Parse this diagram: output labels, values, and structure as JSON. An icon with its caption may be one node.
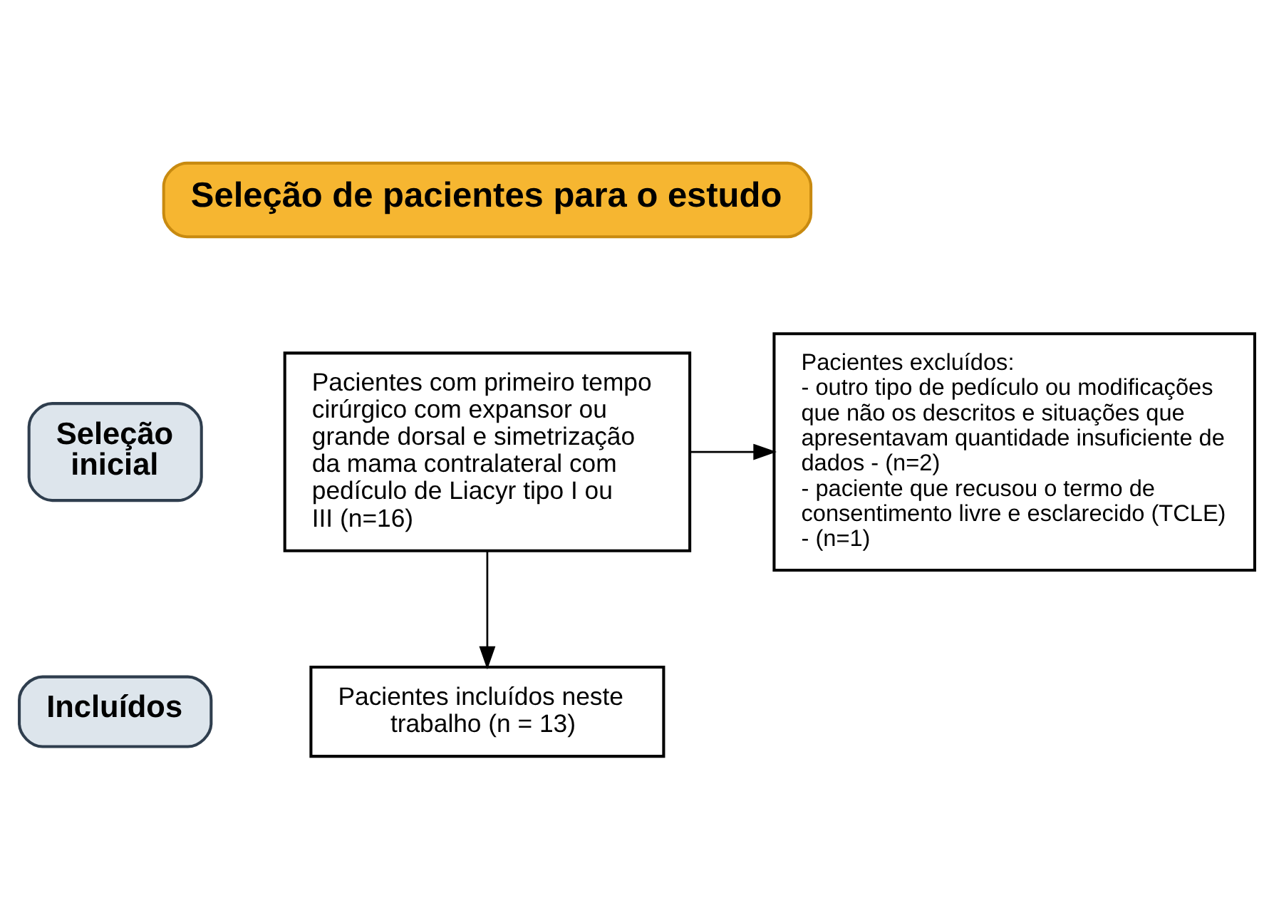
{
  "diagram": {
    "nodes": [
      {
        "text": [
          "Seleção de pacientes para o estudo"
        ]
      },
      {
        "text": [
          "Seleção inicial"
        ]
      },
      {
        "text": [
          "Pacientes com primeiro tempo cirúrgico com expansor ou grande dorsal e simetrização da mama contralateral com pedículo de Liacyr tipo I ou III (n=16)"
        ]
      },
      {
        "text": [
          "Pacientes excluídos:",
          "- outro tipo de pedículo ou modificações que não os descritos e situações que apresentavam quantidade insuficiente de dados - (n=2)",
          "- paciente que recusou o termo de consentimento livre e esclarecido (TCLE) - (n=1)"
        ]
      },
      {
        "text": [
          "Incluídos"
        ]
      },
      {
        "text": [
          "Pacientes incluídos neste trabalho (n = 13)"
        ]
      }
    ],
    "edges": [
      {
        "from": 2,
        "to": 3,
        "arrow": "to"
      },
      {
        "from": 2,
        "to": 5,
        "arrow": "to"
      }
    ]
  }
}
